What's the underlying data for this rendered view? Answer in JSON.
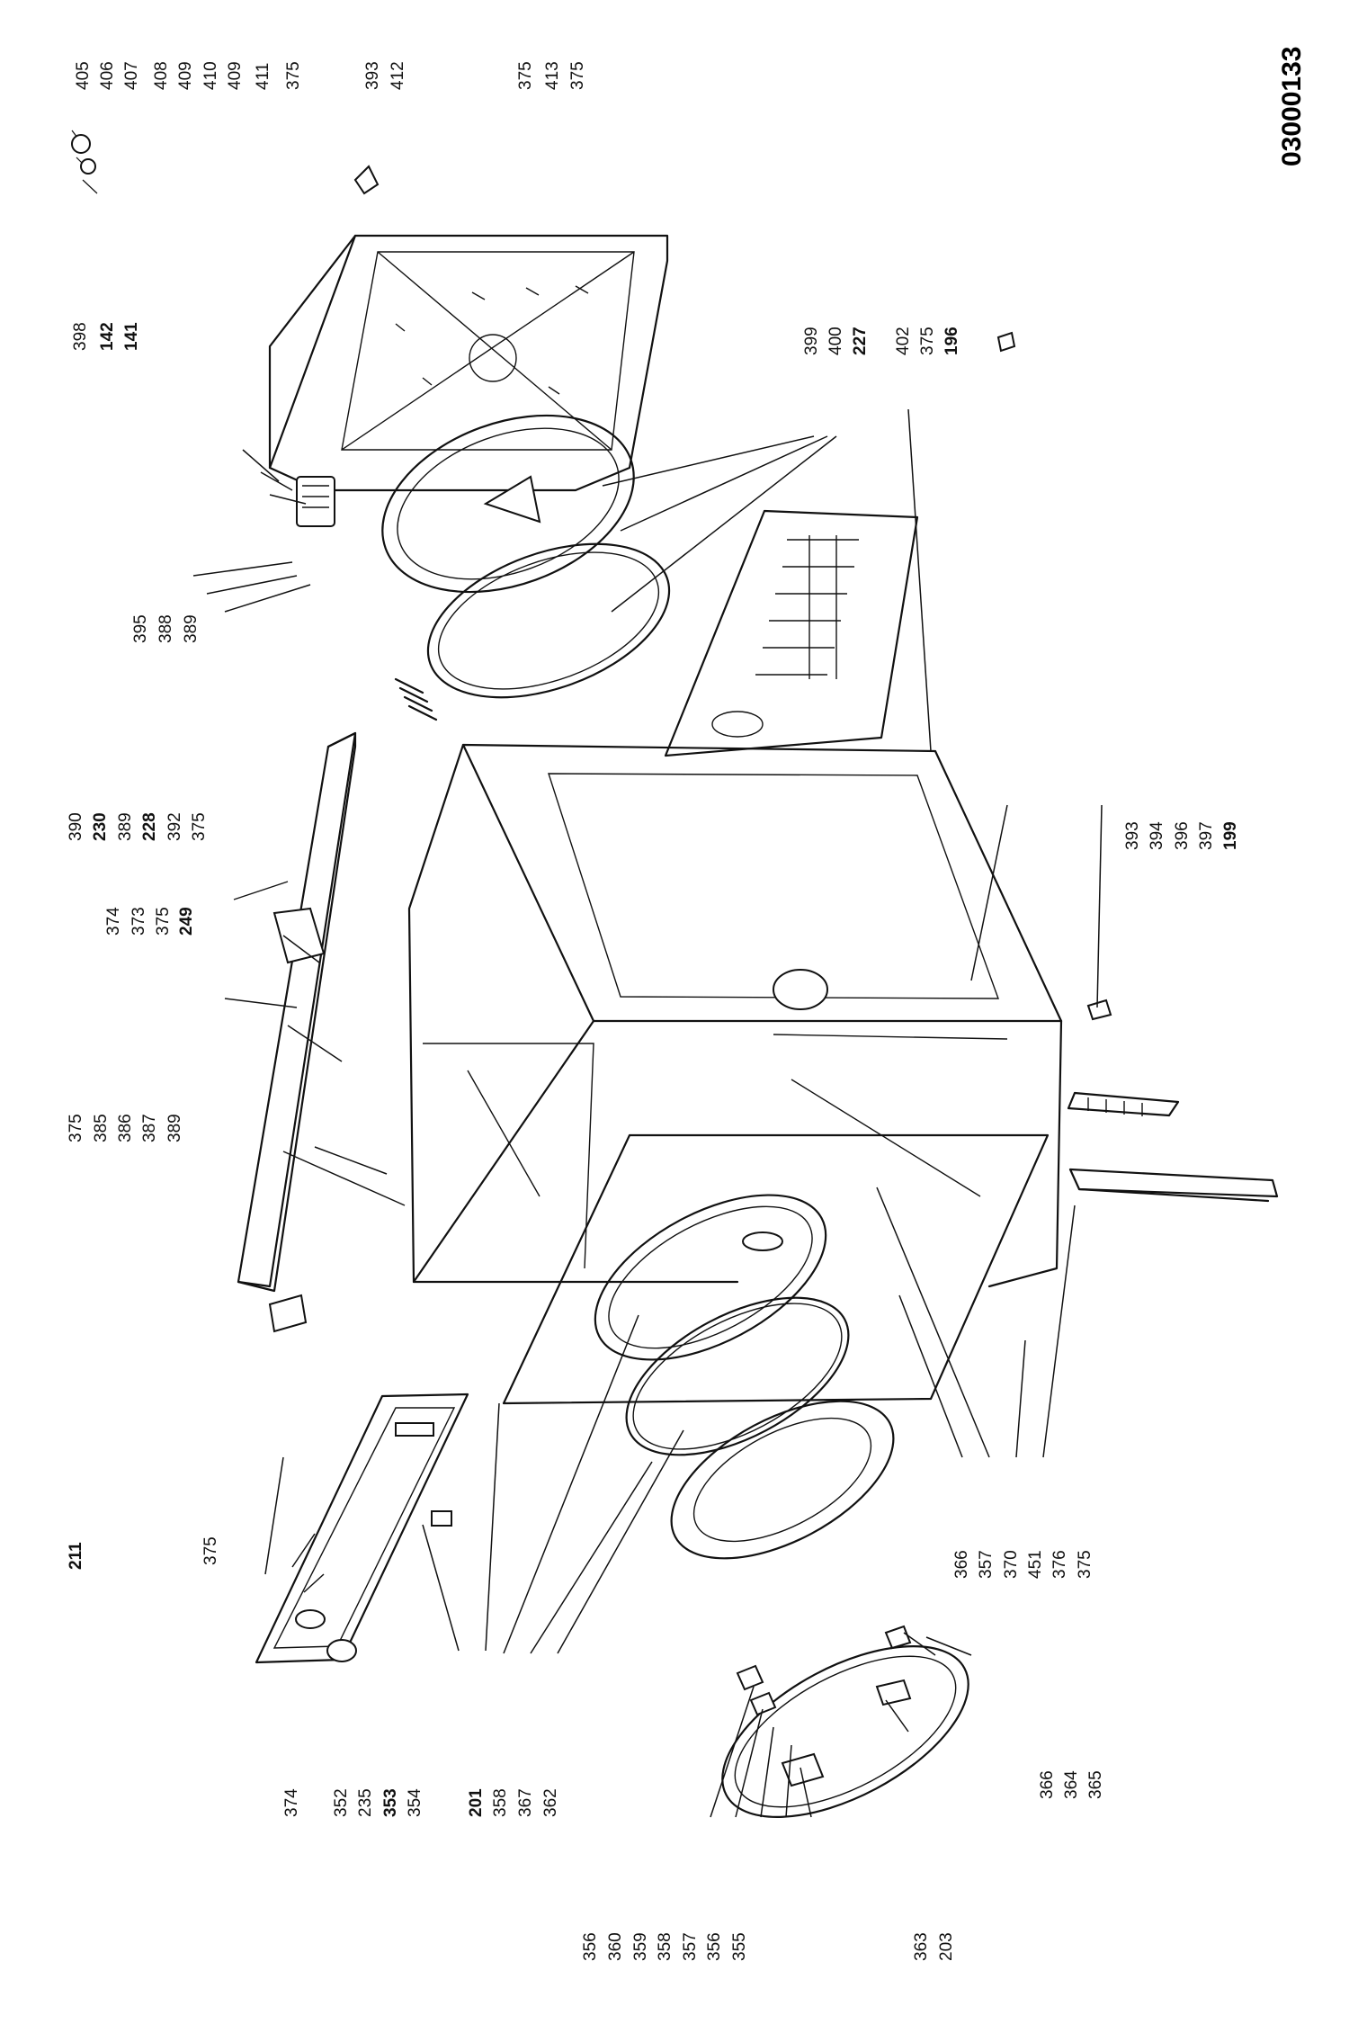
{
  "document_id": "03000133",
  "labels": {
    "top_row": [
      "405",
      "406",
      "407",
      "408",
      "409",
      "410",
      "409",
      "411",
      "375",
      "393",
      "412",
      "375",
      "413",
      "375"
    ],
    "left_col_a": [
      "398",
      "142",
      "141"
    ],
    "left_col_b": [
      "395",
      "388",
      "389"
    ],
    "right_top": [
      "399",
      "400",
      "227"
    ],
    "right_panel": [
      "402",
      "375",
      "196"
    ],
    "heater_group": [
      "390",
      "230",
      "389",
      "228",
      "392",
      "375"
    ],
    "top_cover": [
      "374",
      "373",
      "375",
      "249"
    ],
    "left_bracket": [
      "375",
      "385",
      "386",
      "387",
      "389"
    ],
    "right_mid": [
      "393",
      "394",
      "396",
      "397",
      "199"
    ],
    "control_panel": [
      "211",
      "375"
    ],
    "bottom_left": [
      "374",
      "352",
      "235",
      "353",
      "354",
      "201",
      "358",
      "367",
      "362"
    ],
    "front_right": [
      "366",
      "357",
      "370",
      "451",
      "376",
      "375"
    ],
    "door_parts": [
      "356",
      "360",
      "359",
      "358",
      "357",
      "356",
      "355"
    ],
    "door_right": [
      "366",
      "364",
      "365",
      "363",
      "203"
    ]
  }
}
